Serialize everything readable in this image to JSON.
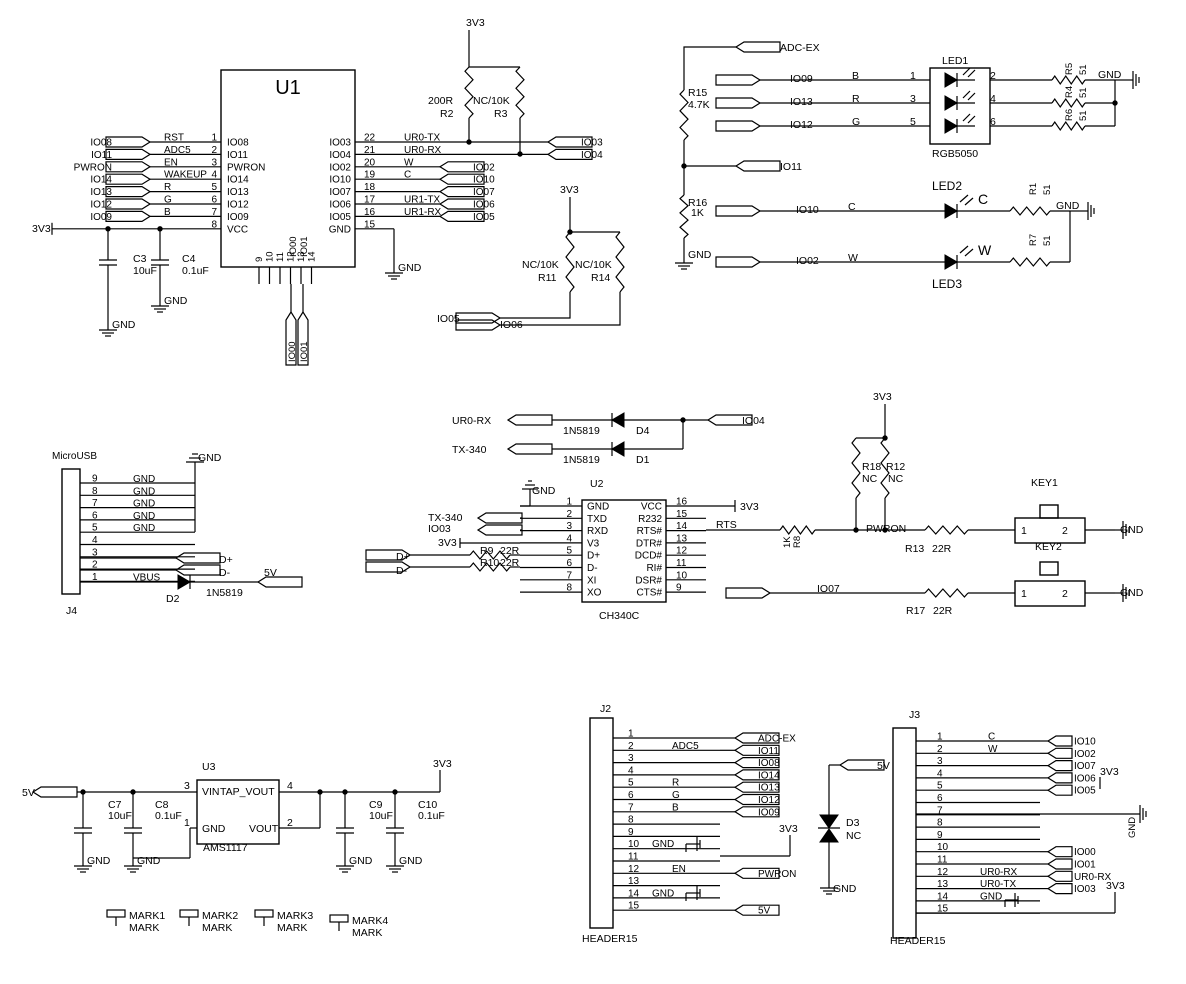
{
  "u1": {
    "ref": "U1",
    "left_pins": [
      {
        "num": "1",
        "name": "IO08",
        "label": "RST",
        "port": "IO08"
      },
      {
        "num": "2",
        "name": "IO11",
        "label": "ADC5",
        "port": "IO11"
      },
      {
        "num": "3",
        "name": "PWRON",
        "label": "EN",
        "port": "PWRON"
      },
      {
        "num": "4",
        "name": "IO14",
        "label": "WAKEUP",
        "port": "IO14"
      },
      {
        "num": "5",
        "name": "IO13",
        "label": "R",
        "port": "IO13"
      },
      {
        "num": "6",
        "name": "IO12",
        "label": "G",
        "port": "IO12"
      },
      {
        "num": "7",
        "name": "IO09",
        "label": "B",
        "port": "IO09"
      },
      {
        "num": "8",
        "name": "VCC",
        "label": "",
        "port": "3V3"
      }
    ],
    "right_pins": [
      {
        "num": "22",
        "name": "IO03",
        "label": "UR0-TX",
        "port": "IO03"
      },
      {
        "num": "21",
        "name": "IO04",
        "label": "UR0-RX",
        "port": "IO04"
      },
      {
        "num": "20",
        "name": "IO02",
        "label": "W",
        "port": "IO02"
      },
      {
        "num": "19",
        "name": "IO10",
        "label": "C",
        "port": "IO10"
      },
      {
        "num": "18",
        "name": "IO07",
        "label": "",
        "port": "IO07"
      },
      {
        "num": "17",
        "name": "IO06",
        "label": "UR1-TX",
        "port": "IO06"
      },
      {
        "num": "16",
        "name": "IO05",
        "label": "UR1-RX",
        "port": "IO05"
      },
      {
        "num": "15",
        "name": "GND",
        "label": "",
        "port": "GND"
      }
    ],
    "bottom_pins": [
      "9",
      "10",
      "11",
      "12",
      "13",
      "14"
    ],
    "bottom_names": [
      "IO00",
      "IO01"
    ],
    "bottom_ports": [
      "IO00",
      "IO01"
    ]
  },
  "u1_caps": [
    {
      "ref": "C3",
      "value": "10uF"
    },
    {
      "ref": "C4",
      "value": "0.1uF"
    }
  ],
  "gnd": "GND",
  "v3": "3V3",
  "v5": "5V",
  "uart_pull": {
    "r2_value": "200R",
    "r2": "R2",
    "r3_value": "NC/10K",
    "r3": "R3"
  },
  "io05_pull": {
    "r11_value": "NC/10K",
    "r11": "R11",
    "r14_value": "NC/10K",
    "r14": "R14",
    "port1": "IO05",
    "port2": "IO06"
  },
  "adc": {
    "port": "ADC-EX",
    "r15": "R15",
    "r15_value": "4.7K",
    "r16": "R16",
    "r16_value": "1K",
    "port_mid": "IO11"
  },
  "led1": {
    "ref": "LED1",
    "part": "RGB5050",
    "rows": [
      {
        "port": "IO09",
        "sig": "B",
        "pin_l": "1",
        "pin_r": "2",
        "res": "R5",
        "val": "51"
      },
      {
        "port": "IO13",
        "sig": "R",
        "pin_l": "3",
        "pin_r": "4",
        "res": "R4",
        "val": "51"
      },
      {
        "port": "IO12",
        "sig": "G",
        "pin_l": "5",
        "pin_r": "6",
        "res": "R6",
        "val": "51"
      }
    ]
  },
  "led2": {
    "ref": "LED2",
    "port": "IO10",
    "sig": "C",
    "letter": "C",
    "res": "R1",
    "val": "51"
  },
  "led3": {
    "ref": "LED3",
    "port": "IO02",
    "sig": "W",
    "letter": "W",
    "res": "R7",
    "val": "51"
  },
  "diodes": [
    {
      "port_left": "UR0-RX",
      "part": "1N5819",
      "ref": "D4",
      "port_right": "IO04"
    },
    {
      "port_left": "TX-340",
      "part": "1N5819",
      "ref": "D1"
    }
  ],
  "usb": {
    "title": "MicroUSB",
    "ref": "J4",
    "pins": [
      {
        "num": "9",
        "net": "GND"
      },
      {
        "num": "8",
        "net": "GND"
      },
      {
        "num": "7",
        "net": "GND"
      },
      {
        "num": "6",
        "net": "GND"
      },
      {
        "num": "5",
        "net": "GND"
      },
      {
        "num": "4",
        "net": ""
      },
      {
        "num": "3",
        "net": ""
      },
      {
        "num": "2",
        "net": ""
      },
      {
        "num": "1",
        "net": "VBUS"
      }
    ],
    "dp": "D+",
    "dm": "D-",
    "diode_ref": "D2",
    "diode_part": "1N5819"
  },
  "u2": {
    "ref": "U2",
    "part": "CH340C",
    "left_pins": [
      {
        "num": "1",
        "name": "GND"
      },
      {
        "num": "2",
        "name": "TXD"
      },
      {
        "num": "3",
        "name": "RXD"
      },
      {
        "num": "4",
        "name": "V3"
      },
      {
        "num": "5",
        "name": "D+"
      },
      {
        "num": "6",
        "name": "D-"
      },
      {
        "num": "7",
        "name": "XI"
      },
      {
        "num": "8",
        "name": "XO"
      }
    ],
    "right_pins": [
      {
        "num": "16",
        "name": "VCC"
      },
      {
        "num": "15",
        "name": "R232"
      },
      {
        "num": "14",
        "name": "RTS#"
      },
      {
        "num": "13",
        "name": "DTR#"
      },
      {
        "num": "12",
        "name": "DCD#"
      },
      {
        "num": "11",
        "name": "RI#"
      },
      {
        "num": "10",
        "name": "DSR#"
      },
      {
        "num": "9",
        "name": "CTS#"
      }
    ],
    "tx_port": "TX-340",
    "rx_port": "IO03",
    "r9": "R9",
    "r9_val": "22R",
    "r10": "R10",
    "r10_val": "22R",
    "rts": "RTS",
    "dp_port": "D+",
    "dm_port": "D-"
  },
  "keys": {
    "r18": "R18",
    "r18_val": "NC",
    "r12": "R12",
    "r12_val": "NC",
    "r8": "R8",
    "r8_val": "1K",
    "pwron": "PWRON",
    "r13": "R13",
    "r13_val": "22R",
    "key1": "KEY1",
    "io07": "IO07",
    "r17": "R17",
    "r17_val": "22R",
    "key2": "KEY2",
    "pin1": "1",
    "pin2": "2"
  },
  "u3": {
    "ref": "U3",
    "part": "AMS1117",
    "pin3": "3",
    "pin4": "4",
    "pin1": "1",
    "pin2": "2",
    "vin": "VIN",
    "tap": "TAP_VOUT",
    "gnd": "GND",
    "vout": "VOUT",
    "caps": [
      {
        "ref": "C7",
        "value": "10uF"
      },
      {
        "ref": "C8",
        "value": "0.1uF"
      },
      {
        "ref": "C9",
        "value": "10uF"
      },
      {
        "ref": "C10",
        "value": "0.1uF"
      }
    ]
  },
  "marks": [
    {
      "ref": "MARK1",
      "name": "MARK"
    },
    {
      "ref": "MARK2",
      "name": "MARK"
    },
    {
      "ref": "MARK3",
      "name": "MARK"
    },
    {
      "ref": "MARK4",
      "name": "MARK"
    }
  ],
  "j2": {
    "ref": "J2",
    "part": "HEADER15",
    "rows": [
      {
        "num": "1",
        "mid": "",
        "port": "ADC-EX"
      },
      {
        "num": "2",
        "mid": "ADC5",
        "port": "IO11"
      },
      {
        "num": "3",
        "mid": "",
        "port": "IO08"
      },
      {
        "num": "4",
        "mid": "",
        "port": "IO14"
      },
      {
        "num": "5",
        "mid": "R",
        "port": "IO13"
      },
      {
        "num": "6",
        "mid": "G",
        "port": "IO12"
      },
      {
        "num": "7",
        "mid": "B",
        "port": "IO09"
      },
      {
        "num": "8",
        "mid": "",
        "port": ""
      },
      {
        "num": "9",
        "mid": "",
        "port": ""
      },
      {
        "num": "10",
        "mid": "GND",
        "port": ""
      },
      {
        "num": "11",
        "mid": "",
        "port": ""
      },
      {
        "num": "12",
        "mid": "EN",
        "port": "PWRON"
      },
      {
        "num": "13",
        "mid": "",
        "port": ""
      },
      {
        "num": "14",
        "mid": "GND",
        "port": ""
      },
      {
        "num": "15",
        "mid": "",
        "port": "5V"
      }
    ]
  },
  "d3": {
    "ref": "D3",
    "value": "NC"
  },
  "j3": {
    "ref": "J3",
    "part": "HEADER15",
    "rows": [
      {
        "num": "1",
        "mid": "C",
        "port": "IO10"
      },
      {
        "num": "2",
        "mid": "W",
        "port": "IO02"
      },
      {
        "num": "3",
        "mid": "",
        "port": "IO07"
      },
      {
        "num": "4",
        "mid": "",
        "port": "IO06"
      },
      {
        "num": "5",
        "mid": "",
        "port": "IO05"
      },
      {
        "num": "6",
        "mid": "",
        "port": ""
      },
      {
        "num": "7",
        "mid": "",
        "port": ""
      },
      {
        "num": "8",
        "mid": "",
        "port": ""
      },
      {
        "num": "9",
        "mid": "",
        "port": ""
      },
      {
        "num": "10",
        "mid": "",
        "port": "IO00"
      },
      {
        "num": "11",
        "mid": "",
        "port": "IO01"
      },
      {
        "num": "12",
        "mid": "UR0-RX",
        "port": "UR0-RX"
      },
      {
        "num": "13",
        "mid": "UR0-TX",
        "port": "IO03"
      },
      {
        "num": "14",
        "mid": "GND",
        "port": ""
      },
      {
        "num": "15",
        "mid": "",
        "port": ""
      }
    ]
  }
}
